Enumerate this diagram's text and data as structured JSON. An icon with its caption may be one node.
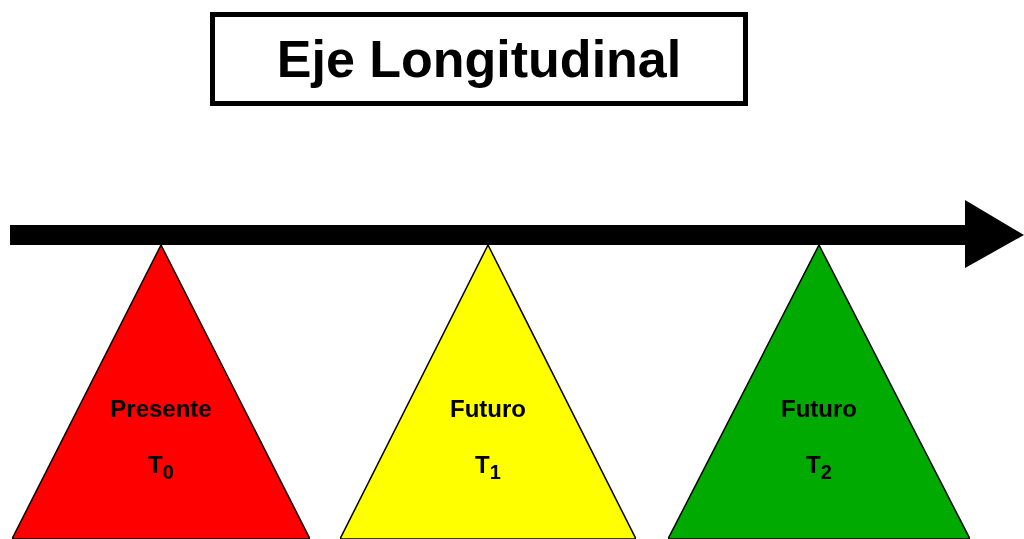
{
  "diagram": {
    "title": "Eje Longitudinal",
    "nodes": [
      {
        "text": [
          "Presente",
          "T$_{0}$"
        ]
      },
      {
        "text": [
          "Futuro",
          "T$_{1}$"
        ]
      },
      {
        "text": [
          "Futuro",
          "T$_{2}$"
        ]
      }
    ]
  }
}
